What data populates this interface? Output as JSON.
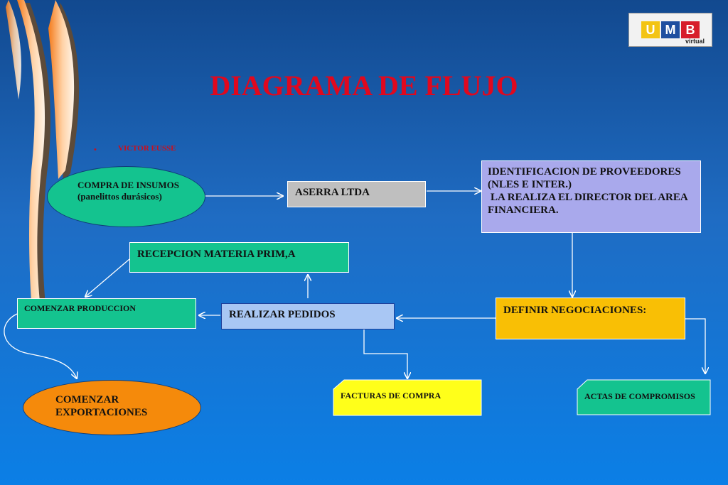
{
  "title": "DIAGRAMA DE FLUJO",
  "author": "VICTOR EUSSE",
  "bullet": "•",
  "logo": {
    "letter1": "U",
    "letter2": "M",
    "letter3": "B",
    "subtitle": "virtual"
  },
  "nodes": {
    "compra": "COMPRA DE INSUMOS (panelittos durásicos)",
    "aserra": "ASERRA LTDA",
    "identificacion_1": "IDENTIFICACION DE PROVEEDORES (NLES E INTER.)",
    "identificacion_2": "LA REALIZA EL DIRECTOR DEL AREA FINANCIERA.",
    "recepcion": "RECEPCION MATERIA PRIM,A",
    "comenzar_produccion": "COMENZAR PRODUCCION",
    "realizar_pedidos": "REALIZAR PEDIDOS",
    "definir": "DEFINIR NEGOCIACIONES:",
    "comenzar_exportaciones": "COMENZAR EXPORTACIONES",
    "facturas": "FACTURAS DE COMPRA",
    "actas": "ACTAS DE COMPROMISOS"
  },
  "colors": {
    "background_top": "#12498f",
    "background_bottom": "#0b7fe6",
    "title": "#e0081e",
    "teal": "#14c38f",
    "gray": "#bfbfbf",
    "lavender": "#a9a9ec",
    "light_blue": "#a9c7f4",
    "amber": "#f9bf05",
    "yellow": "#ffff1a",
    "orange": "#f58a0b"
  }
}
